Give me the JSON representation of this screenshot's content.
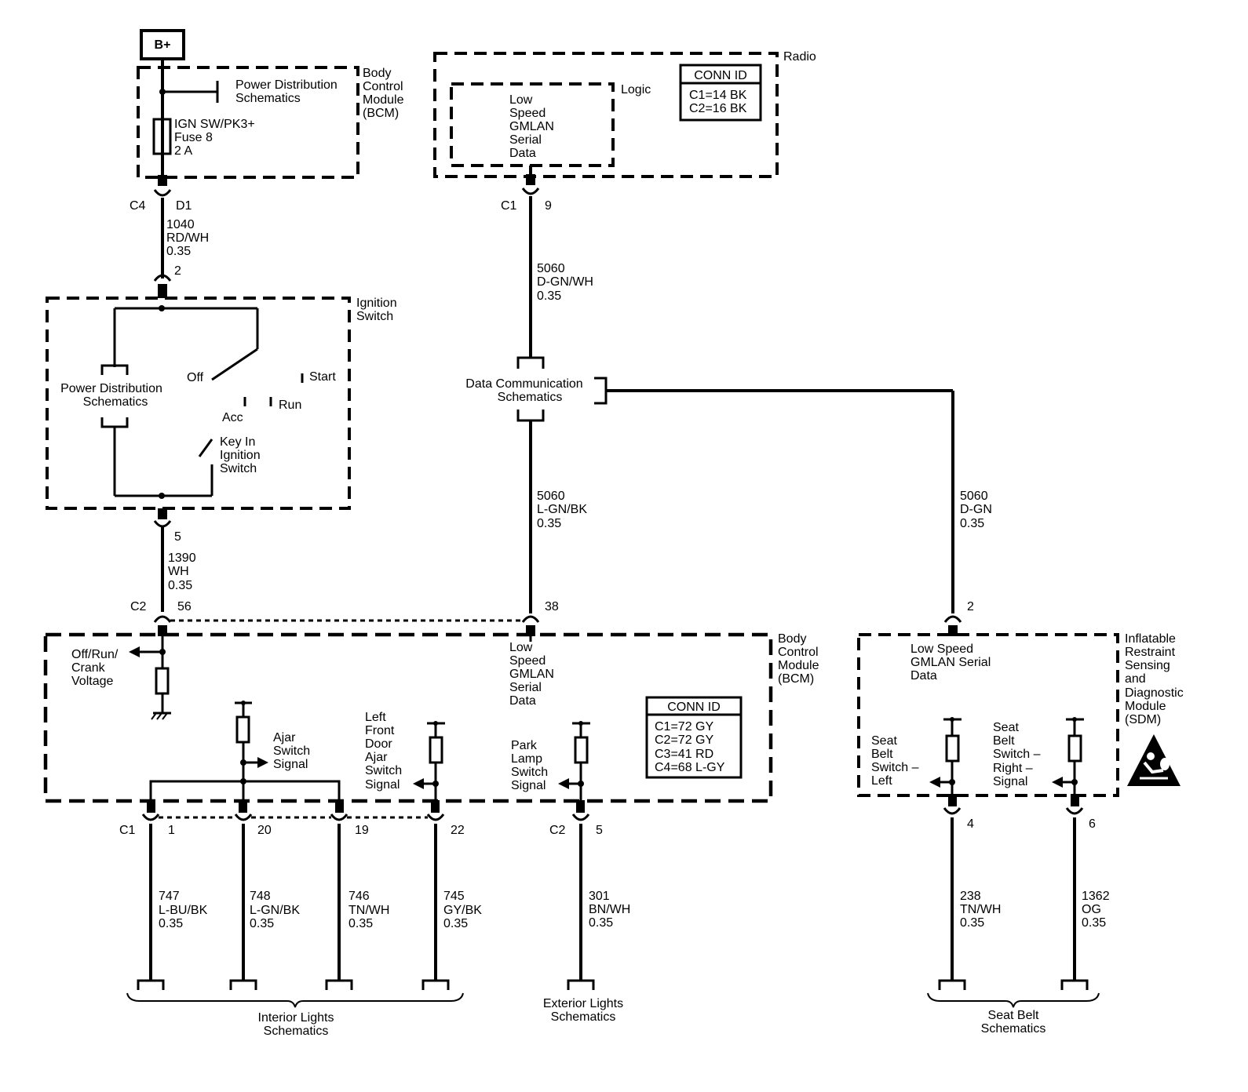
{
  "power": {
    "label": "B+"
  },
  "bcm_top": {
    "name": [
      "Body",
      "Control",
      "Module",
      "(BCM)"
    ],
    "pds": [
      "Power Distribution",
      "Schematics"
    ],
    "fuse": [
      "IGN SW/PK3+",
      "Fuse 8",
      "2 A"
    ],
    "conn_left": "C4",
    "conn_pin": "D1"
  },
  "wire_1040": [
    "1040",
    "RD/WH",
    "0.35"
  ],
  "ignition_switch": {
    "pin_top": "2",
    "name": [
      "Ignition",
      "Switch"
    ],
    "pds": [
      "Power Distribution",
      "Schematics"
    ],
    "off": "Off",
    "acc": "Acc",
    "run": "Run",
    "start": "Start",
    "key_in": [
      "Key In",
      "Ignition",
      "Switch"
    ],
    "pin_bottom": "5"
  },
  "wire_1390": [
    "1390",
    "WH",
    "0.35"
  ],
  "radio": {
    "name": "Radio",
    "logic": "Logic",
    "serial": [
      "Low",
      "Speed",
      "GMLAN",
      "Serial",
      "Data"
    ],
    "conn_title": "CONN ID",
    "conn_rows": [
      "C1=14 BK",
      "C2=16 BK"
    ],
    "conn_left": "C1",
    "conn_pin": "9"
  },
  "wire_5060_top": [
    "5060",
    "D-GN/WH",
    "0.35"
  ],
  "dcs": [
    "Data Communication",
    "Schematics"
  ],
  "wire_5060_mid": [
    "5060",
    "L-GN/BK",
    "0.35"
  ],
  "wire_5060_right": [
    "5060",
    "D-GN",
    "0.35"
  ],
  "bcm_main": {
    "name": [
      "Body",
      "Control",
      "Module",
      "(BCM)"
    ],
    "c2_conn": "C2",
    "c2_pin56": "56",
    "pin38": "38",
    "off_run_crank": [
      "Off/Run/",
      "Crank",
      "Voltage"
    ],
    "serial": [
      "Low",
      "Speed",
      "GMLAN",
      "Serial",
      "Data"
    ],
    "ajar": [
      "Ajar",
      "Switch",
      "Signal"
    ],
    "left_front": [
      "Left",
      "Front",
      "Door",
      "Ajar",
      "Switch",
      "Signal"
    ],
    "park_lamp": [
      "Park",
      "Lamp",
      "Switch",
      "Signal"
    ],
    "conn_title": "CONN ID",
    "conn_rows": [
      "C1=72 GY",
      "C2=72 GY",
      "C3=41 RD",
      "C4=68 L-GY"
    ],
    "c1_conn": "C1",
    "pins_c1": [
      "1",
      "20",
      "19",
      "22"
    ],
    "c2_conn_b": "C2",
    "pin_c2_5": "5"
  },
  "sdm": {
    "pin_top": "2",
    "name": [
      "Inflatable",
      "Restraint",
      "Sensing",
      "and",
      "Diagnostic",
      "Module",
      "(SDM)"
    ],
    "serial": [
      "Low Speed",
      "GMLAN Serial",
      "Data"
    ],
    "seat_left": [
      "Seat",
      "Belt",
      "Switch –",
      "Left"
    ],
    "seat_right": [
      "Seat",
      "Belt",
      "Switch –",
      "Right –",
      "Signal"
    ],
    "pin4": "4",
    "pin6": "6"
  },
  "wires_bottom": {
    "w747": [
      "747",
      "L-BU/BK",
      "0.35"
    ],
    "w748": [
      "748",
      "L-GN/BK",
      "0.35"
    ],
    "w746": [
      "746",
      "TN/WH",
      "0.35"
    ],
    "w745": [
      "745",
      "GY/BK",
      "0.35"
    ],
    "w301": [
      "301",
      "BN/WH",
      "0.35"
    ],
    "w238": [
      "238",
      "TN/WH",
      "0.35"
    ],
    "w1362": [
      "1362",
      "OG",
      "0.35"
    ]
  },
  "refs": {
    "interior": [
      "Interior Lights",
      "Schematics"
    ],
    "exterior": [
      "Exterior Lights",
      "Schematics"
    ],
    "seatbelt": [
      "Seat Belt",
      "Schematics"
    ]
  }
}
